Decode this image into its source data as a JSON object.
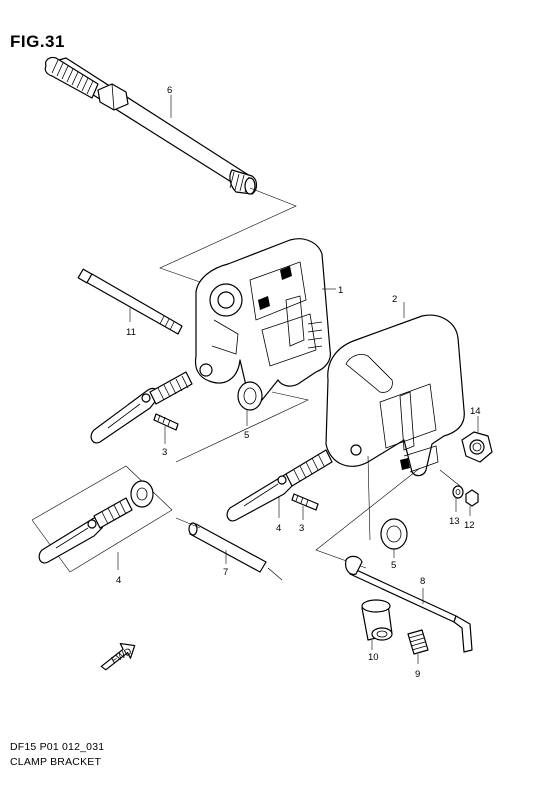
{
  "figure": {
    "title": "FIG.31",
    "code": "DF15 P01 012_031",
    "caption": "CLAMP BRACKET",
    "fwd_label": "FWD"
  },
  "callouts": {
    "c1": "1",
    "c2": "2",
    "c3a": "3",
    "c3b": "3",
    "c4a": "4",
    "c4b": "4",
    "c5a": "5",
    "c5b": "5",
    "c6": "6",
    "c7": "7",
    "c8": "8",
    "c9": "9",
    "c10": "10",
    "c11": "11",
    "c12": "12",
    "c13": "13",
    "c14": "14"
  }
}
